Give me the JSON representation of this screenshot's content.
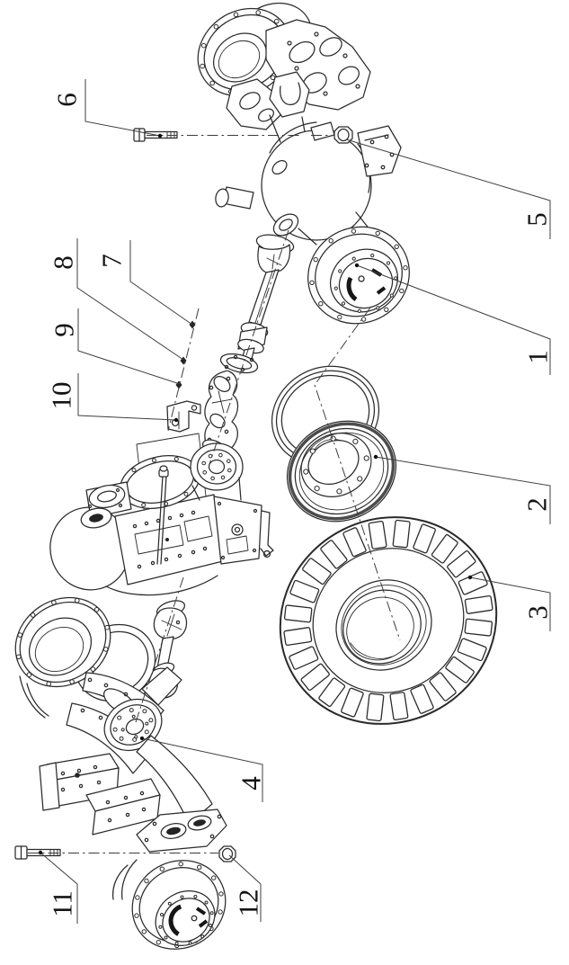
{
  "figure": {
    "type": "exploded-parts-diagram",
    "background_color": "#ffffff",
    "line_color": "#2b2b2b",
    "callouts": [
      {
        "label": "1",
        "part": "front-axle-wheel-hub"
      },
      {
        "label": "2",
        "part": "wheel-rim"
      },
      {
        "label": "3",
        "part": "tire"
      },
      {
        "label": "4",
        "part": "rear-axle-assembly"
      },
      {
        "label": "5",
        "part": "front-axle-nut"
      },
      {
        "label": "6",
        "part": "front-axle-bolt"
      },
      {
        "label": "7",
        "part": "small-fastener"
      },
      {
        "label": "8",
        "part": "small-fastener"
      },
      {
        "label": "9",
        "part": "small-fastener"
      },
      {
        "label": "10",
        "part": "support-bracket"
      },
      {
        "label": "11",
        "part": "rear-axle-bolt"
      },
      {
        "label": "12",
        "part": "rear-axle-nut"
      }
    ]
  }
}
